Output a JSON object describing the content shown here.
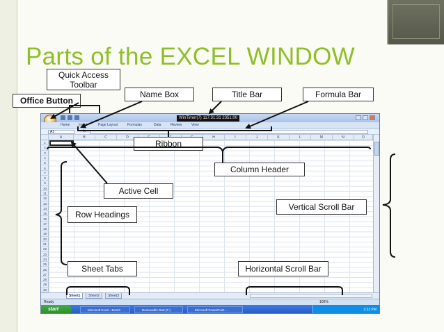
{
  "slide": {
    "title": "Parts of the EXCEL WINDOW"
  },
  "labels": {
    "quick_access_toolbar": "Quick Access Toolbar",
    "office_button": "Office Button",
    "name_box": "Name Box",
    "title_bar": "Title Bar",
    "formula_bar": "Formula Bar",
    "ribbon": "Ribbon",
    "column_header": "Column Header",
    "active_cell": "Active Cell",
    "row_headings": "Row Headings",
    "vertical_scroll_bar": "Vertical Scroll Bar",
    "sheet_tabs": "Sheet Tabs",
    "horizontal_scroll_bar": "Horizontal Scroll Bar"
  },
  "excel": {
    "wintimer": "WinTimer(7)  117:31:31  2351:00",
    "ribbon_tabs": [
      "Home",
      "Insert",
      "Page Layout",
      "Formulas",
      "Data",
      "Review",
      "View"
    ],
    "name_box_value": "A1",
    "fx_label": "fx",
    "columns": [
      "A",
      "B",
      "C",
      "D",
      "E",
      "F",
      "G",
      "H",
      "I",
      "J",
      "K",
      "L",
      "M",
      "N",
      "O"
    ],
    "rows": [
      "1",
      "2",
      "3",
      "4",
      "5",
      "6",
      "7",
      "8",
      "9",
      "10",
      "11",
      "12",
      "13",
      "14",
      "15",
      "16",
      "17",
      "18",
      "19",
      "20",
      "21",
      "22",
      "23",
      "24",
      "25",
      "26",
      "27",
      "28",
      "29",
      "30"
    ],
    "sheet_tabs": [
      "Sheet1",
      "Sheet2",
      "Sheet3"
    ],
    "status": "Ready",
    "zoom": "100%",
    "taskbar": {
      "start": "start",
      "items": [
        "Microsoft Excel - Book1",
        "Removable Disk (F:)",
        "Microsoft PowerPoint ..."
      ],
      "time": "2:23 PM"
    }
  }
}
